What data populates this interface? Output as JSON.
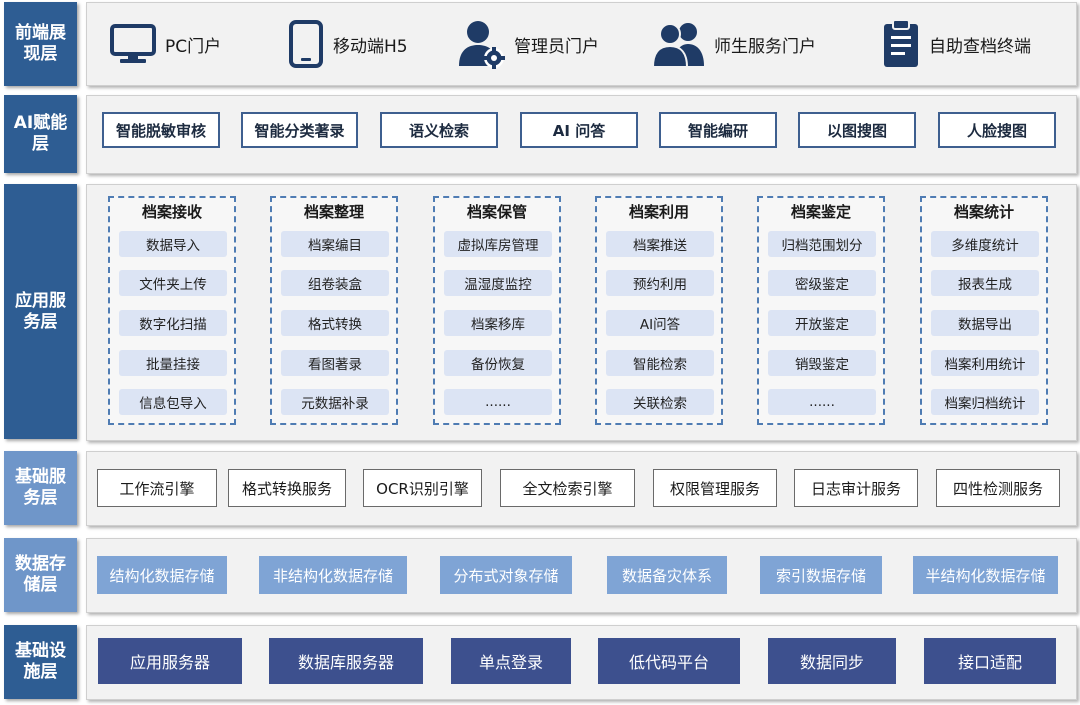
{
  "layers": {
    "frontend": "前端展现层",
    "ai": "AI赋能层",
    "application": "应用服务层",
    "base_service": "基础服务层",
    "storage": "数据存储层",
    "infra": "基础设施层"
  },
  "frontend_items": [
    {
      "label": "PC门户",
      "icon": "monitor-icon"
    },
    {
      "label": "移动端H5",
      "icon": "mobile-phone-icon"
    },
    {
      "label": "管理员门户",
      "icon": "admin-gear-user-icon"
    },
    {
      "label": "师生服务门户",
      "icon": "users-icon"
    },
    {
      "label": "自助查档终端",
      "icon": "clipboard-icon"
    }
  ],
  "ai_items": [
    "智能脱敏审核",
    "智能分类著录",
    "语义检索",
    "AI 问答",
    "智能编研",
    "以图搜图",
    "人脸搜图"
  ],
  "app_modules": [
    {
      "title": "档案接收",
      "items": [
        "数据导入",
        "文件夹上传",
        "数字化扫描",
        "批量挂接",
        "信息包导入"
      ]
    },
    {
      "title": "档案整理",
      "items": [
        "档案编目",
        "组卷装盒",
        "格式转换",
        "看图著录",
        "元数据补录"
      ]
    },
    {
      "title": "档案保管",
      "items": [
        "虚拟库房管理",
        "温湿度监控",
        "档案移库",
        "备份恢复",
        "......"
      ]
    },
    {
      "title": "档案利用",
      "items": [
        "档案推送",
        "预约利用",
        "AI问答",
        "智能检索",
        "关联检索"
      ]
    },
    {
      "title": "档案鉴定",
      "items": [
        "归档范围划分",
        "密级鉴定",
        "开放鉴定",
        "销毁鉴定",
        "......"
      ]
    },
    {
      "title": "档案统计",
      "items": [
        "多维度统计",
        "报表生成",
        "数据导出",
        "档案利用统计",
        "档案归档统计"
      ]
    }
  ],
  "base_services": [
    "工作流引擎",
    "格式转换服务",
    "OCR识别引擎",
    "全文检索引擎",
    "权限管理服务",
    "日志审计服务",
    "四性检测服务"
  ],
  "storage_items": [
    "结构化数据存储",
    "非结构化数据存储",
    "分布式对象存储",
    "数据备灾体系",
    "索引数据存储",
    "半结构化数据存储"
  ],
  "infra_items": [
    "应用服务器",
    "数据库服务器",
    "单点登录",
    "低代码平台",
    "数据同步",
    "接口适配"
  ],
  "colors": {
    "label_blue": "#2e5d93",
    "label_light": "#6f96c9",
    "infra_navy": "#3d508e",
    "storage_blue": "#7fa4d5",
    "item_bg": "#dce4f4",
    "icon_navy": "#1f3b66"
  }
}
